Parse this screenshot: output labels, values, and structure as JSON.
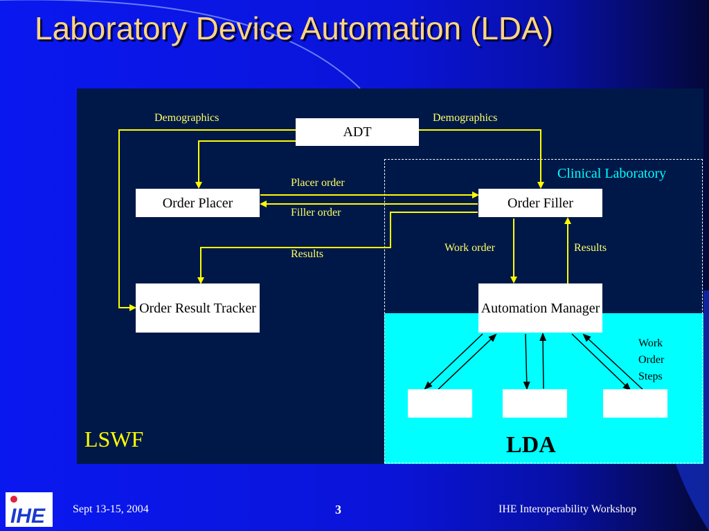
{
  "title": "Laboratory Device Automation (LDA)",
  "colors": {
    "background": "#0a14e0",
    "panel": "#001848",
    "lda_region": "#00ffff",
    "connector": "#ffff00",
    "title": "#ffd580",
    "label": "#ffff66",
    "clinical_label": "#00ffff"
  },
  "nodes": {
    "adt": "ADT",
    "order_placer": "Order Placer",
    "order_filler": "Order Filler",
    "order_result_tracker": "Order Result Tracker",
    "automation_manager": "Automation Manager"
  },
  "edges": {
    "demographics_left": "Demographics",
    "demographics_right": "Demographics",
    "placer_order": "Placer order",
    "filler_order": "Filler order",
    "results_left": "Results",
    "work_order": "Work order",
    "results_right": "Results",
    "work_order_steps": "Work Order Steps"
  },
  "regions": {
    "clinical_laboratory": "Clinical Laboratory",
    "lswf": "LSWF",
    "lda": "LDA"
  },
  "footer": {
    "date": "Sept 13-15, 2004",
    "page_number": "3",
    "event": "IHE Interoperability Workshop",
    "logo_text": "IHE",
    "logo_icon": "ihe-logo-icon"
  }
}
